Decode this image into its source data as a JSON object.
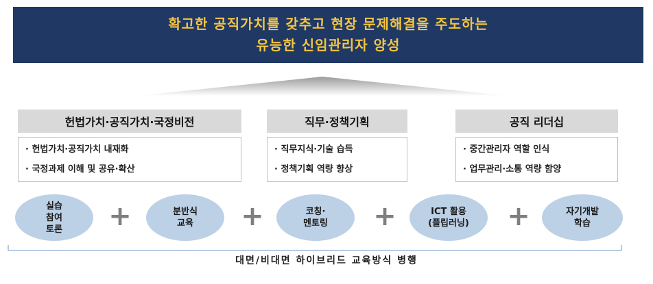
{
  "banner": {
    "line1": "확고한 공직가치를 갖추고 현장 문제해결을 주도하는",
    "line2": "유능한 신임관리자 양성"
  },
  "pillars": [
    {
      "title": "헌법가치·공직가치·국정비전",
      "items": [
        "· 헌법가치·공직가치 내재화",
        "· 국정과제 이해 및 공유·확산"
      ]
    },
    {
      "title": "직무·정책기획",
      "items": [
        "· 직무지식·기술 습득",
        "· 정책기획 역량 향상"
      ]
    },
    {
      "title": "공직 리더십",
      "items": [
        "· 중간관리자 역할 인식",
        "· 업무관리·소통 역량 함양"
      ]
    }
  ],
  "methods": [
    {
      "lines": [
        "실습",
        "참여",
        "토론"
      ]
    },
    {
      "lines": [
        "분반식",
        "교육"
      ]
    },
    {
      "lines": [
        "코칭·",
        "멘토링"
      ]
    },
    {
      "lines": [
        "ICT 활용",
        "(플립러닝)"
      ]
    },
    {
      "lines": [
        "자기개발",
        "학습"
      ]
    }
  ],
  "plus_symbol": "+",
  "footer": "대면/비대면 하이브리드 교육방식 병행",
  "colors": {
    "banner_bg": "#1f3864",
    "banner_text": "#f4c542",
    "circle_fill": "#bcd0e6",
    "header_bg": "#d9d9d9"
  }
}
